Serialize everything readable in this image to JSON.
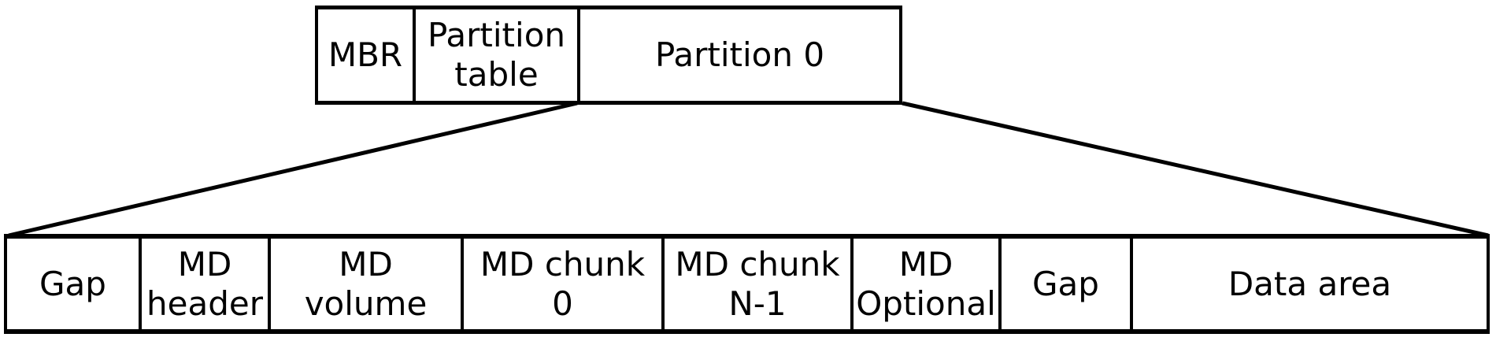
{
  "diagram": {
    "title": "disk-partition-md-layout",
    "colors": {
      "line": "#000000",
      "background": "#ffffff",
      "text": "#000000"
    },
    "top_row": {
      "cells": [
        {
          "label": [
            "MBR"
          ]
        },
        {
          "label": [
            "Partition",
            "table"
          ]
        },
        {
          "label": [
            "Partition 0"
          ]
        }
      ]
    },
    "bottom_row": {
      "cells": [
        {
          "label": [
            "Gap"
          ]
        },
        {
          "label": [
            "MD",
            "header"
          ]
        },
        {
          "label": [
            "MD",
            "volume"
          ]
        },
        {
          "label": [
            "MD chunk",
            "0"
          ]
        },
        {
          "label": [
            "MD chunk",
            "N-1"
          ]
        },
        {
          "label": [
            "MD",
            "Optional"
          ]
        },
        {
          "label": [
            "Gap"
          ]
        },
        {
          "label": [
            "Data area"
          ]
        }
      ]
    }
  }
}
